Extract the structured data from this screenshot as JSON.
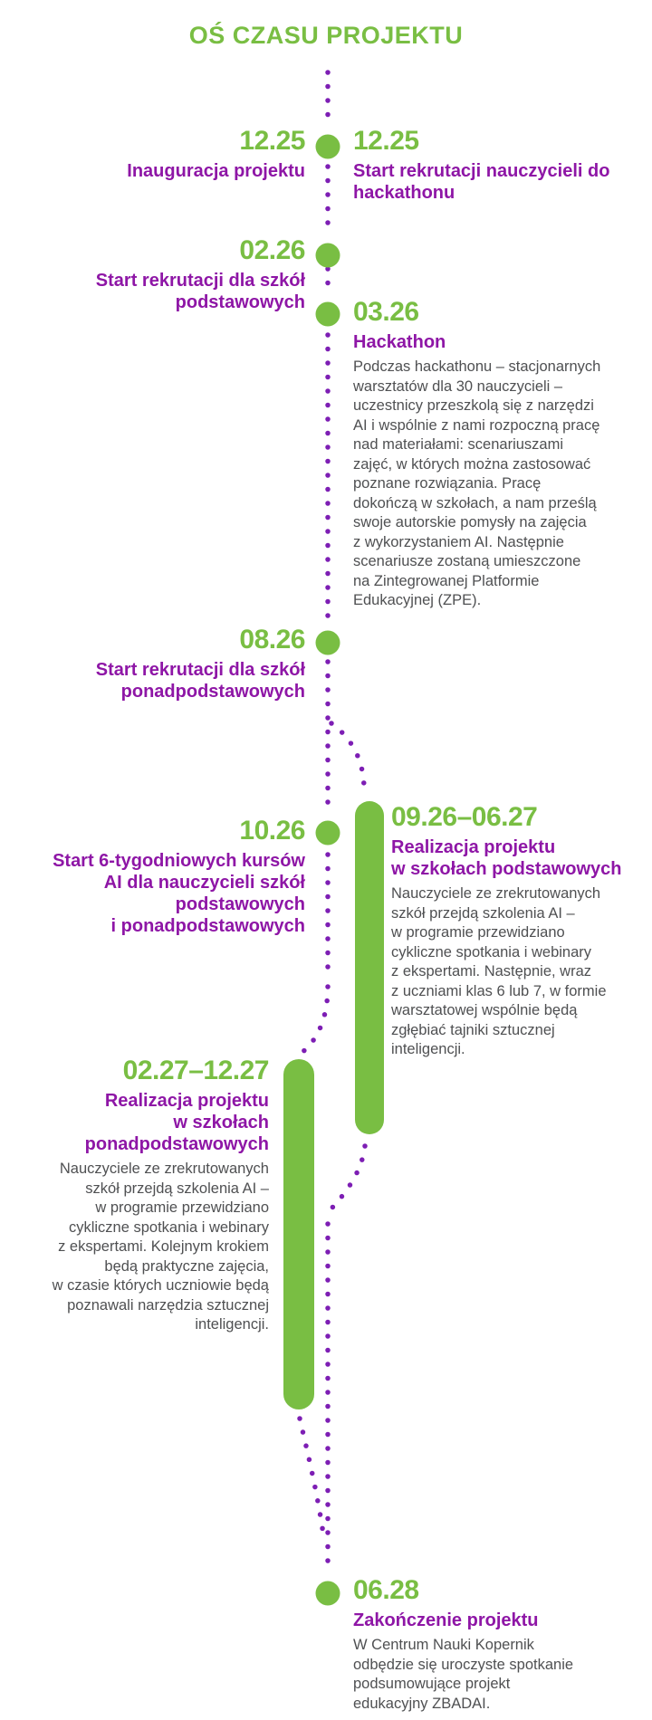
{
  "page": {
    "title": "OŚ CZASU PROJEKTU"
  },
  "colors": {
    "green": "#79BE43",
    "purple_heading": "#8E16A6",
    "purple_dots": "#7D1EB4",
    "body_text": "#4F5052",
    "background": "#FFFFFF"
  },
  "timeline": {
    "entries": [
      {
        "date": "12.25",
        "label": "Inauguracja projektu",
        "body": ""
      },
      {
        "date": "12.25",
        "label": "Start rekrutacji nauczycieli do\nhackathonu",
        "body": ""
      },
      {
        "date": "02.26",
        "label": "Start rekrutacji dla szkół\npodstawowych",
        "body": ""
      },
      {
        "date": "03.26",
        "label": "Hackathon",
        "body": "Podczas hackathonu – stacjonarnych\nwarsztatów dla 30 nauczycieli –\nuczestnicy przeszkolą się z narzędzi\nAI i wspólnie z nami rozpoczną pracę\nnad materiałami: scenariuszami\nzajęć, w których można zastosować\npoznane rozwiązania. Pracę\ndokończą w szkołach, a nam prześlą\nswoje autorskie pomysły na zajęcia\nz wykorzystaniem AI. Następnie\nscenariusze zostaną umieszczone\nna Zintegrowanej Platformie\nEdukacyjnej (ZPE)."
      },
      {
        "date": "08.26",
        "label": "Start rekrutacji dla szkół\nponadpodstawowych",
        "body": ""
      },
      {
        "date": "10.26",
        "label": "Start 6-tygodniowych kursów\nAI dla nauczycieli szkół\npodstawowych\ni ponadpodstawowych",
        "body": ""
      },
      {
        "date": "09.26–06.27",
        "label": "Realizacja projektu\nw szkołach podstawowych",
        "body": "Nauczyciele ze zrekrutowanych\nszkół przejdą szkolenia AI –\nw programie przewidziano\ncykliczne spotkania i webinary\nz ekspertami. Następnie, wraz\nz uczniami klas 6 lub 7, w formie\nwarsztatowej wspólnie będą\nzgłębiać tajniki sztucznej\ninteligencji."
      },
      {
        "date": "02.27–12.27",
        "label": "Realizacja projektu\nw szkołach\nponadpodstawowych",
        "body": "Nauczyciele ze zrekrutowanych\nszkół przejdą szkolenia AI –\nw programie przewidziano\ncykliczne spotkania i webinary\nz ekspertami. Kolejnym krokiem\nbędą praktyczne zajęcia,\nw czasie których uczniowie będą\npoznawali narzędzia sztucznej\ninteligencji."
      },
      {
        "date": "06.28",
        "label": "Zakończenie projektu",
        "body": "W Centrum Nauki Kopernik\nodbędzie się uroczyste spotkanie\npodsumowujące projekt\nedukacyjny ZBADAI."
      }
    ]
  }
}
